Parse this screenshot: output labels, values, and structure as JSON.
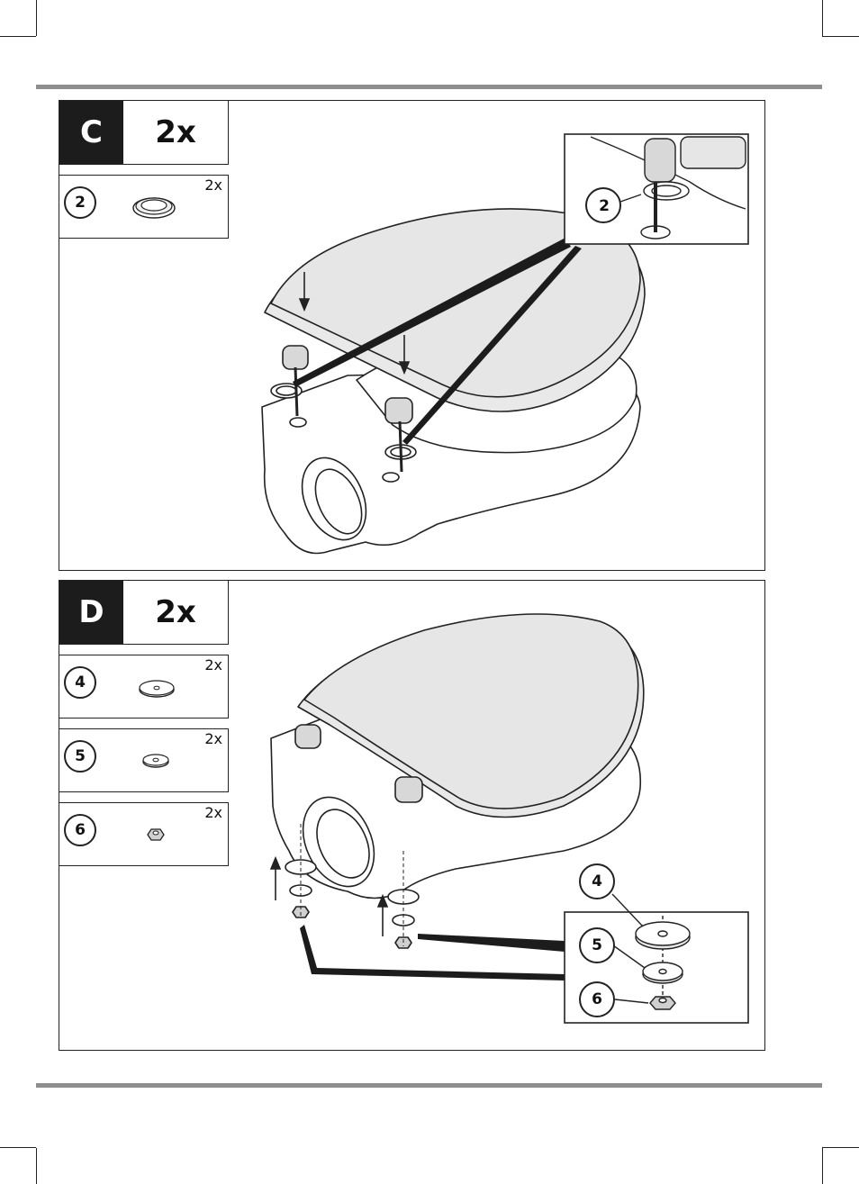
{
  "steps": [
    {
      "letter": "C",
      "quantity": "2x",
      "parts": [
        {
          "number": "2",
          "quantity": "2x",
          "icon": "rubber-ring-icon"
        }
      ],
      "callouts": [
        "2"
      ]
    },
    {
      "letter": "D",
      "quantity": "2x",
      "parts": [
        {
          "number": "4",
          "quantity": "2x",
          "icon": "large-washer-icon"
        },
        {
          "number": "5",
          "quantity": "2x",
          "icon": "small-washer-icon"
        },
        {
          "number": "6",
          "quantity": "2x",
          "icon": "nut-icon"
        }
      ],
      "callouts": [
        "4",
        "5",
        "6"
      ]
    }
  ]
}
